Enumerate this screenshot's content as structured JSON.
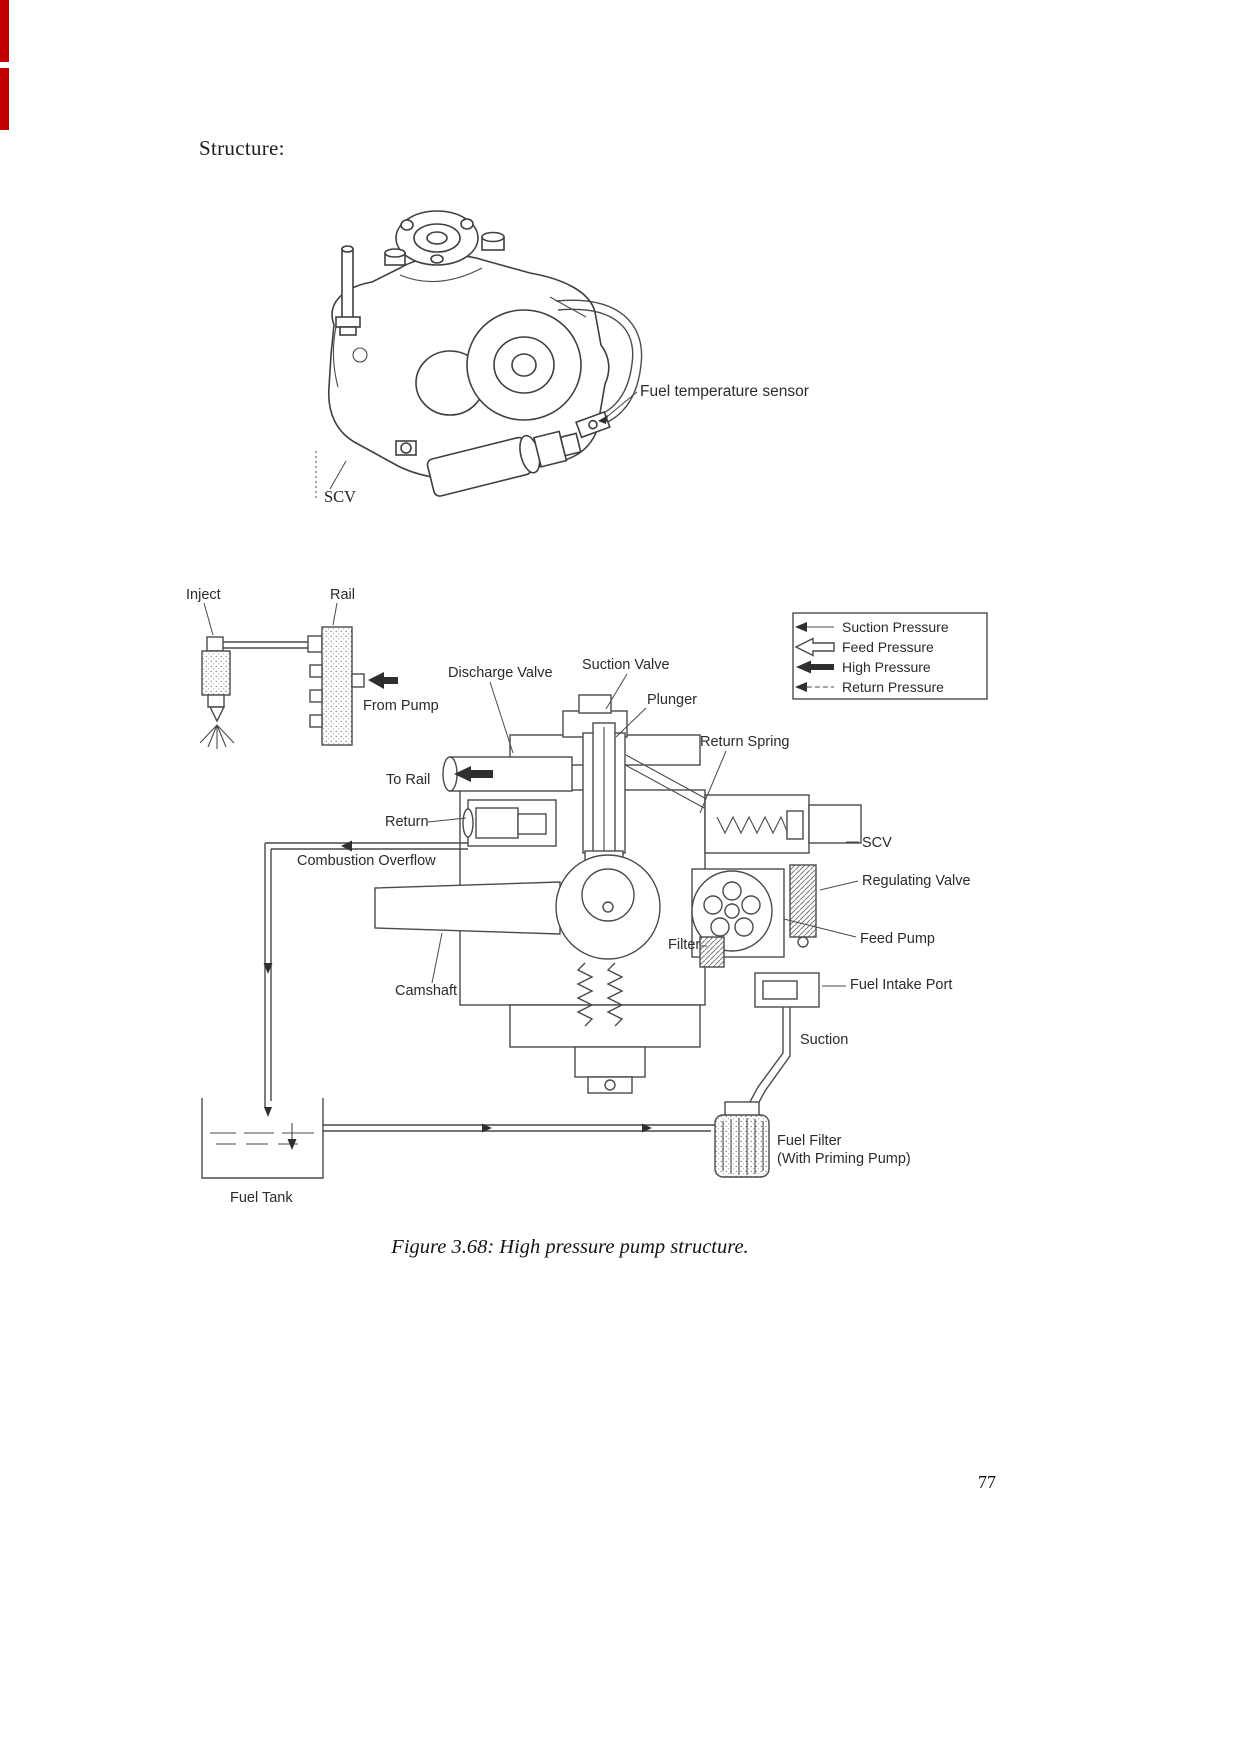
{
  "colors": {
    "artifact_red": "#c00000",
    "ink": "#2b2b2b",
    "line": "#4a4a4a"
  },
  "page": {
    "heading": "Structure:",
    "caption": "Figure 3.68: High pressure pump structure.",
    "page_number": "77"
  },
  "pump_illustration": {
    "labels": {
      "fuel_temp_sensor": "Fuel temperature sensor",
      "scv": "SCV"
    }
  },
  "schematic": {
    "legend": {
      "items": [
        {
          "label": "Suction Pressure",
          "arrow": "thin-solid-left"
        },
        {
          "label": "Feed Pressure",
          "arrow": "open-outline-left"
        },
        {
          "label": "High Pressure",
          "arrow": "bold-solid-left"
        },
        {
          "label": "Return Pressure",
          "arrow": "dashed-left"
        }
      ]
    },
    "labels": {
      "inject": "Inject",
      "rail": "Rail",
      "from_pump": "From Pump",
      "discharge_valve": "Discharge Valve",
      "suction_valve": "Suction Valve",
      "plunger": "Plunger",
      "return_spring": "Return Spring",
      "to_rail": "To Rail",
      "return": "Return",
      "combustion_overflow": "Combustion Overflow",
      "scv": "SCV",
      "regulating_valve": "Regulating Valve",
      "filter": "Filter",
      "feed_pump": "Feed Pump",
      "fuel_intake_port": "Fuel Intake Port",
      "camshaft": "Camshaft",
      "suction": "Suction",
      "fuel_tank": "Fuel Tank",
      "fuel_filter_line1": "Fuel Filter",
      "fuel_filter_line2": "(With Priming Pump)"
    }
  }
}
